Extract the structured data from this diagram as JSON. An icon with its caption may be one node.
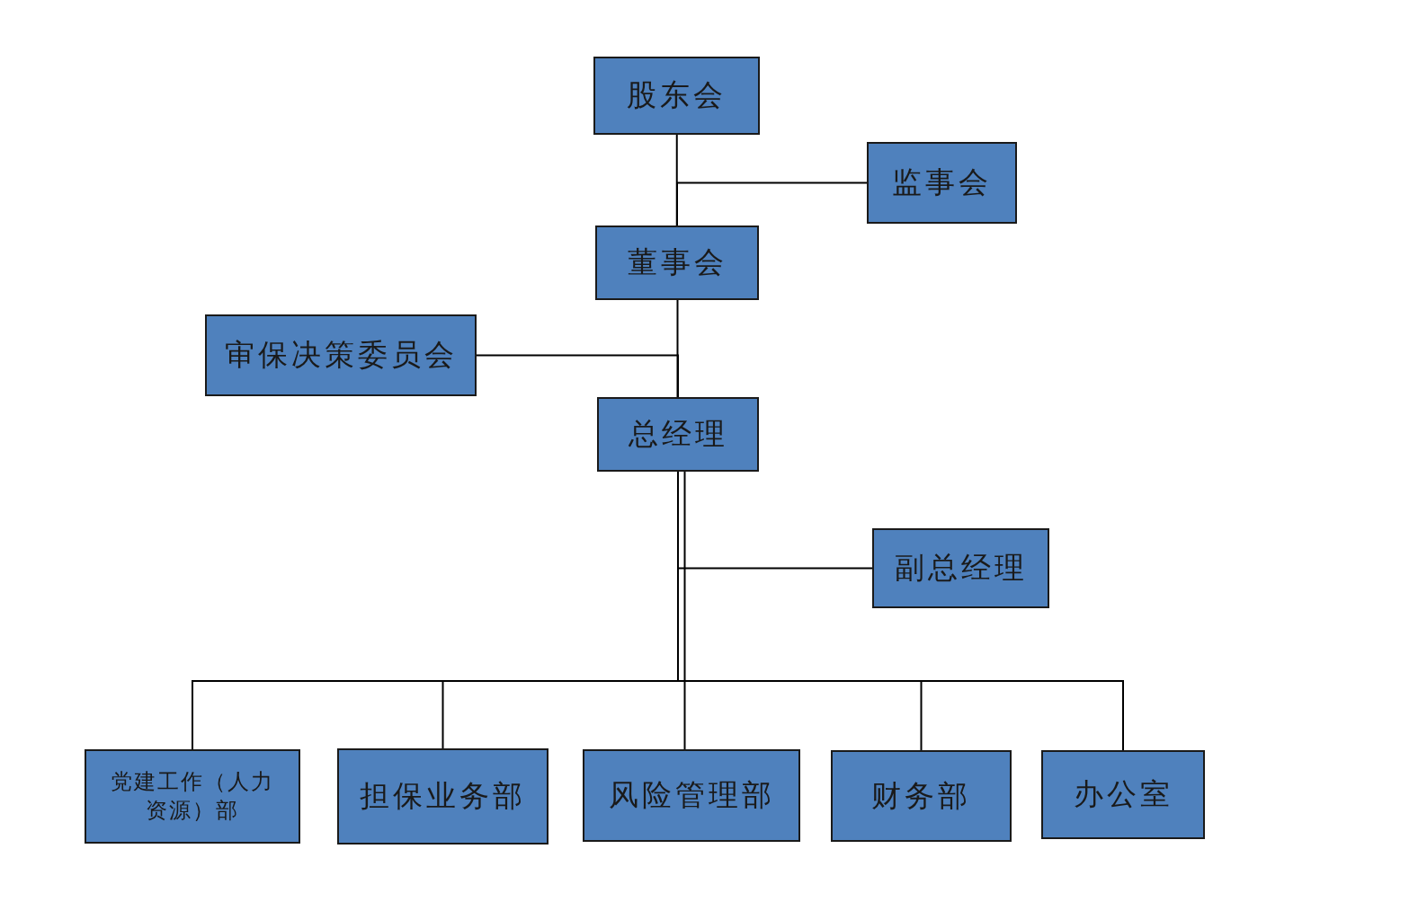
{
  "diagram": {
    "nodes": [
      {
        "text": [
          "股东会"
        ]
      },
      {
        "text": [
          "监事会"
        ]
      },
      {
        "text": [
          "董事会"
        ]
      },
      {
        "text": [
          "审保决策委员会"
        ]
      },
      {
        "text": [
          "总经理"
        ]
      },
      {
        "text": [
          "副总经理"
        ]
      },
      {
        "text": [
          "党建工作（人力资源）部"
        ]
      },
      {
        "text": [
          "担保业务部"
        ]
      },
      {
        "text": [
          "风险管理部"
        ]
      },
      {
        "text": [
          "财务部"
        ]
      },
      {
        "text": [
          "办公室"
        ]
      }
    ],
    "edges": [
      {
        "from": 0,
        "to": 2,
        "arrow": "none"
      },
      {
        "from": 1,
        "to": 2,
        "arrow": "none"
      },
      {
        "from": 2,
        "to": 4,
        "arrow": "none"
      },
      {
        "from": 3,
        "to": 4,
        "arrow": "none"
      },
      {
        "from": 4,
        "to": 5,
        "arrow": "none"
      },
      {
        "from": 4,
        "to": 6,
        "arrow": "none"
      },
      {
        "from": 4,
        "to": 7,
        "arrow": "none"
      },
      {
        "from": 4,
        "to": 8,
        "arrow": "none"
      },
      {
        "from": 4,
        "to": 9,
        "arrow": "none"
      },
      {
        "from": 4,
        "to": 10,
        "arrow": "none"
      }
    ]
  }
}
